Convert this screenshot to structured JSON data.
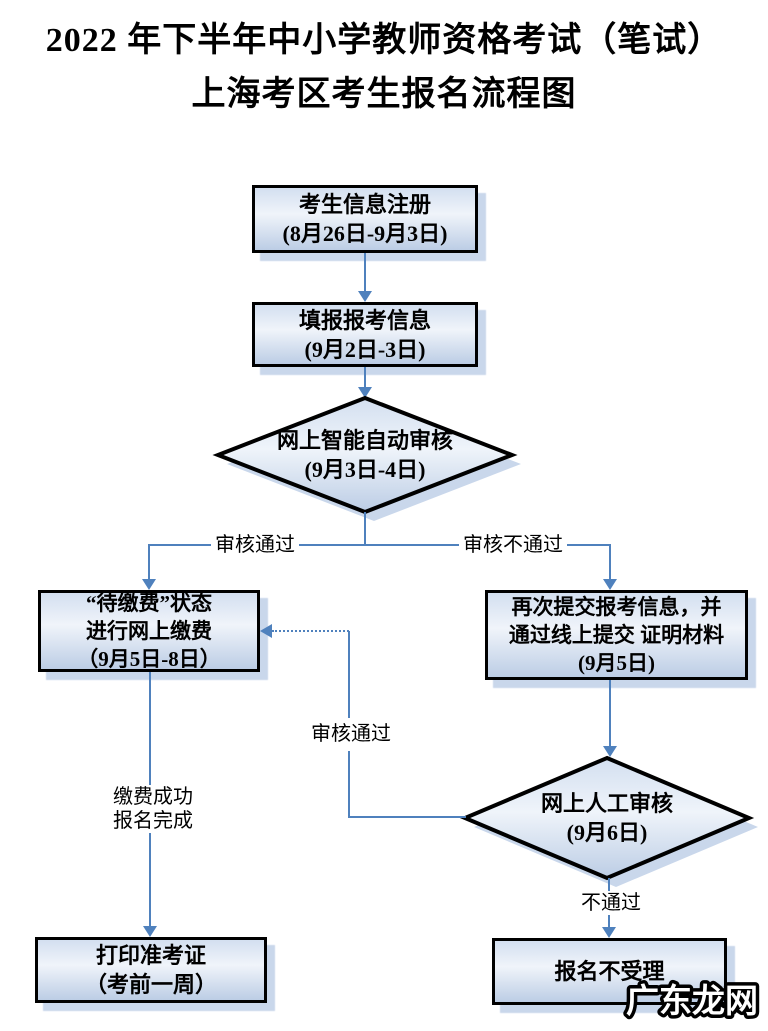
{
  "title": {
    "line1": "2022 年下半年中小学教师资格考试（笔试）",
    "line2": "上海考区考生报名流程图"
  },
  "nodes": {
    "register": {
      "line1": "考生信息注册",
      "line2": "(8月26日-9月3日)"
    },
    "fill_info": {
      "line1": "填报报考信息",
      "line2": "(9月2日-3日)"
    },
    "auto_review": {
      "line1": "网上智能自动审核",
      "line2": "(9月3日-4日)"
    },
    "pay": {
      "line1": "“待缴费”状态",
      "line2": "进行网上缴费",
      "line3": "（9月5日-8日）"
    },
    "resubmit": {
      "line1": "再次提交报考信息，并",
      "line2": "通过线上提交 证明材料",
      "line3": "(9月5日)"
    },
    "manual_review": {
      "line1": "网上人工审核",
      "line2": "(9月6日)"
    },
    "print_ticket": {
      "line1": "打印准考证",
      "line2": "（考前一周）"
    },
    "rejected": {
      "line1": "报名不受理"
    }
  },
  "labels": {
    "auto_pass": "审核通过",
    "auto_fail": "审核不通过",
    "manual_pass": "审核通过",
    "pay_done_line1": "缴费成功",
    "pay_done_line2": "报名完成",
    "manual_fail": "不通过"
  },
  "watermark": "广东龙网",
  "colors": {
    "connector_blue": "#4f81bd",
    "node_fill_top": "#d3dff0",
    "node_fill_bottom": "#bccde5",
    "node_border": "#000000",
    "node_shadow": "#c9d7eb"
  }
}
